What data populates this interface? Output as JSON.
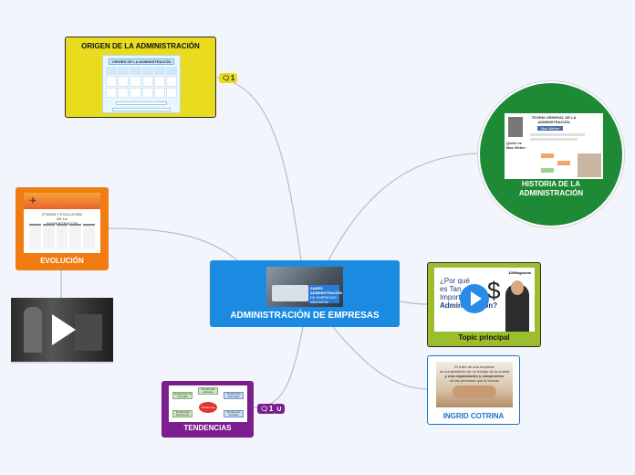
{
  "central": {
    "title": "ADMINISTRACIÓN DE EMPRESAS",
    "image_caption_lines": [
      "SABES",
      "ADMINISTRACIÓN",
      "DE EMPRESAS",
      "VALENCIA"
    ]
  },
  "nodes": {
    "origen": {
      "title": "ORIGEN DE LA ADMINISTRACIÓN",
      "inner_title": "ORIGEN DE LA ADMINISTRACIÓN",
      "comment_count": "1"
    },
    "historia": {
      "title": "HISTORIA DE LA ADMINISTRACIÓN",
      "inner_title": "TEORÍA GENERAL DE LA ADMINISTRACIÓN",
      "inner_subtitle": "Max Weber",
      "inner_side": "Quién es Max Weber"
    },
    "evolucion": {
      "title": "EVOLUCIÓN",
      "inner_title": "ETAPAS Y EVOLUCIÓN DE LA ADMINISTRACIÓN"
    },
    "topic": {
      "title": "Topic principal",
      "video_line1": "¿Por qué",
      "video_line2": "es Tan",
      "video_line3": "Importante la",
      "video_line4": "Administración?",
      "brand": "100Negocios"
    },
    "ingrid": {
      "title": "INGRID COTRINA",
      "caption_lines": [
        "El éxito de una empresa",
        "es cumplimiento de un trabajo de la unidad",
        "y una organización y compromiso",
        "de las personas que la forman"
      ]
    },
    "tendencias": {
      "title": "TENDENCIAS",
      "comment_count": "1",
      "center_label": "Tendencias",
      "boxes": [
        "Tendencias de mercado",
        "Tendencias globales",
        "Tendencias culturales",
        "Tendencias financieras",
        "Tendencias sociales"
      ]
    }
  },
  "colors": {
    "central": "#1a8be0",
    "origen": "#e9dc1f",
    "historia": "#1f8a35",
    "evolucion": "#f07c12",
    "topic": "#9cbd2e",
    "ingrid": "#1a72c9",
    "tendencias": "#7c1f8e",
    "connector": "#b8bec7"
  }
}
